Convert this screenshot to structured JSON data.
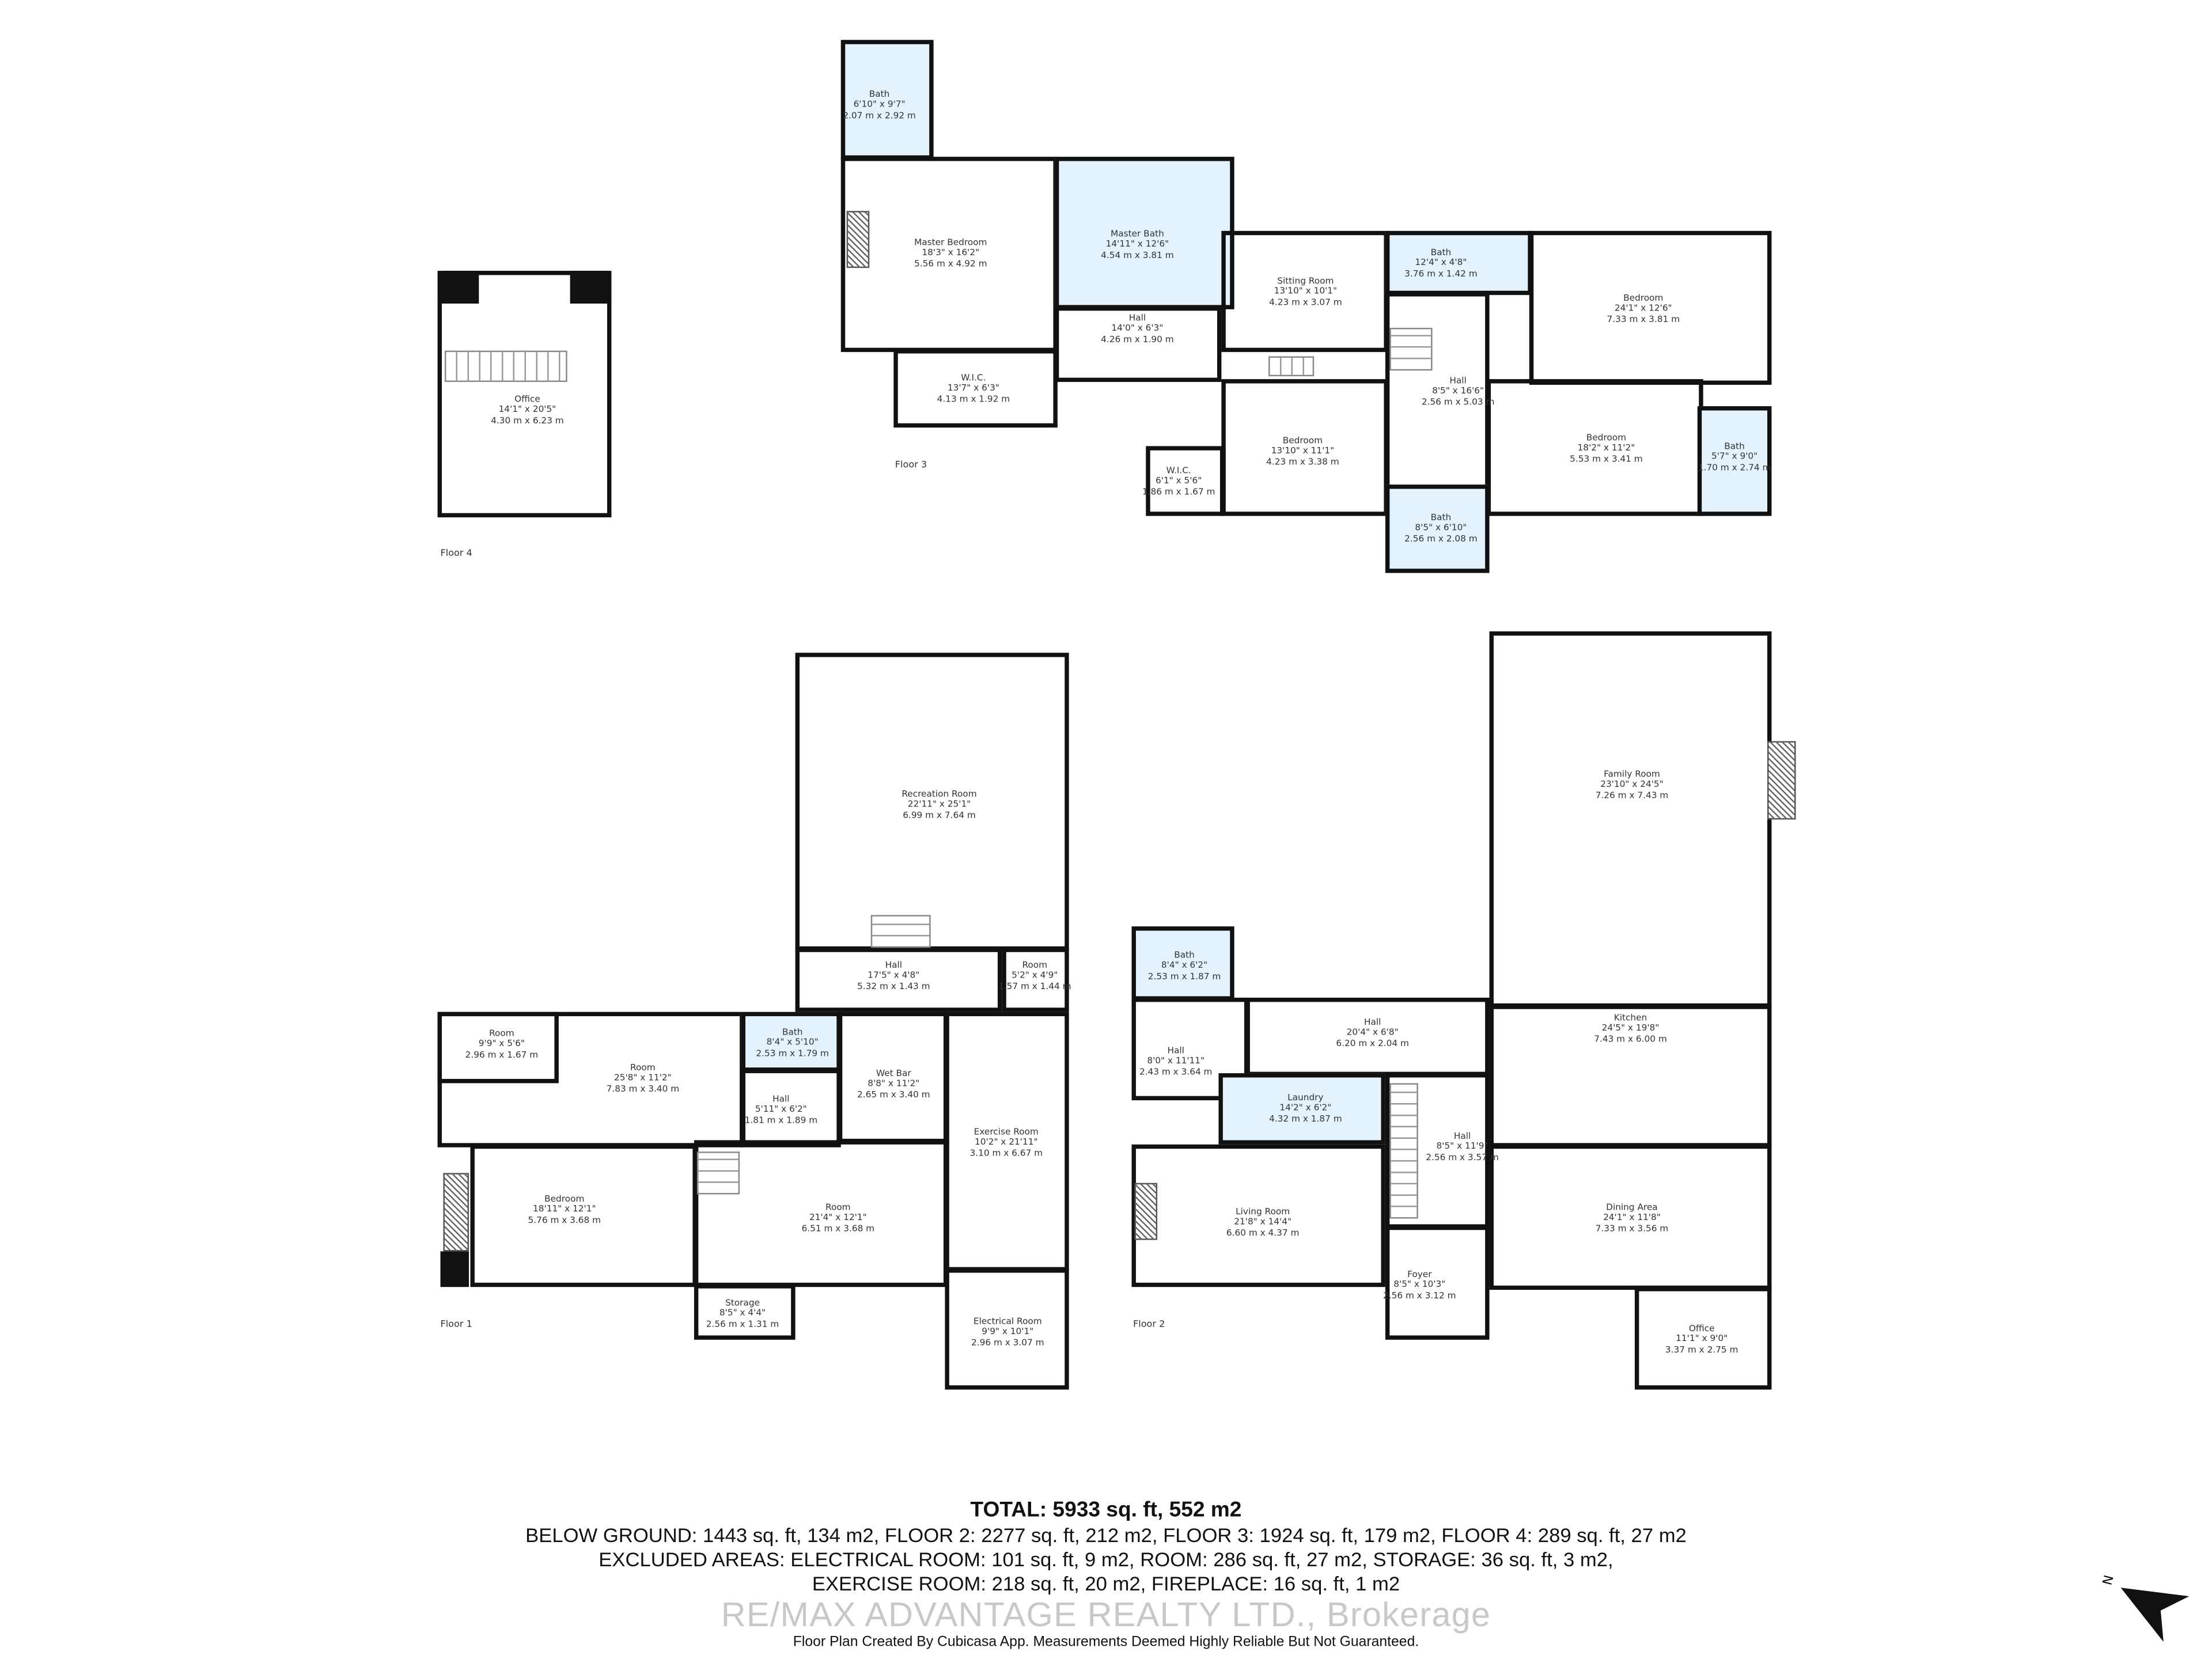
{
  "floors": [
    {
      "label": "Floor 4",
      "rooms": [
        {
          "name": "Office",
          "imperial": "14'1\" x 20'5\"",
          "metric": "4.30 m x 6.23 m",
          "wet": false
        }
      ]
    },
    {
      "label": "Floor 3",
      "rooms": [
        {
          "name": "Bath",
          "imperial": "6'10\" x 9'7\"",
          "metric": "2.07 m x 2.92 m",
          "wet": true
        },
        {
          "name": "Master Bedroom",
          "imperial": "18'3\" x 16'2\"",
          "metric": "5.56 m x 4.92 m",
          "wet": false
        },
        {
          "name": "Master Bath",
          "imperial": "14'11\" x 12'6\"",
          "metric": "4.54 m x 3.81 m",
          "wet": true
        },
        {
          "name": "Hall",
          "imperial": "14'0\" x 6'3\"",
          "metric": "4.26 m x 1.90 m",
          "wet": false
        },
        {
          "name": "W.I.C.",
          "imperial": "13'7\" x 6'3\"",
          "metric": "4.13 m x 1.92 m",
          "wet": false
        },
        {
          "name": "Sitting Room",
          "imperial": "13'10\" x 10'1\"",
          "metric": "4.23 m x 3.07 m",
          "wet": false
        },
        {
          "name": "Bath",
          "imperial": "12'4\" x 4'8\"",
          "metric": "3.76 m x 1.42 m",
          "wet": true
        },
        {
          "name": "Bedroom",
          "imperial": "24'1\" x 12'6\"",
          "metric": "7.33 m x 3.81 m",
          "wet": false
        },
        {
          "name": "Hall",
          "imperial": "8'5\" x 16'6\"",
          "metric": "2.56 m x 5.03 m",
          "wet": false
        },
        {
          "name": "Bedroom",
          "imperial": "13'10\" x 11'1\"",
          "metric": "4.23 m x 3.38 m",
          "wet": false
        },
        {
          "name": "W.I.C.",
          "imperial": "6'1\" x 5'6\"",
          "metric": "1.86 m x 1.67 m",
          "wet": false
        },
        {
          "name": "Bedroom",
          "imperial": "18'2\" x 11'2\"",
          "metric": "5.53 m x 3.41 m",
          "wet": false
        },
        {
          "name": "Bath",
          "imperial": "5'7\" x 9'0\"",
          "metric": "1.70 m x 2.74 m",
          "wet": true
        },
        {
          "name": "Bath",
          "imperial": "8'5\" x 6'10\"",
          "metric": "2.56 m x 2.08 m",
          "wet": true
        }
      ]
    },
    {
      "label": "Floor 1",
      "rooms": [
        {
          "name": "Recreation Room",
          "imperial": "22'11\" x 25'1\"",
          "metric": "6.99 m x 7.64 m",
          "wet": false
        },
        {
          "name": "Hall",
          "imperial": "17'5\" x 4'8\"",
          "metric": "5.32 m x 1.43 m",
          "wet": false
        },
        {
          "name": "Room",
          "imperial": "5'2\" x 4'9\"",
          "metric": "1.57 m x 1.44 m",
          "wet": false
        },
        {
          "name": "Room",
          "imperial": "9'9\" x 5'6\"",
          "metric": "2.96 m x 1.67 m",
          "wet": false
        },
        {
          "name": "Room",
          "imperial": "25'8\" x 11'2\"",
          "metric": "7.83 m x 3.40 m",
          "wet": false
        },
        {
          "name": "Bath",
          "imperial": "8'4\" x 5'10\"",
          "metric": "2.53 m x 1.79 m",
          "wet": true
        },
        {
          "name": "Hall",
          "imperial": "5'11\" x 6'2\"",
          "metric": "1.81 m x 1.89 m",
          "wet": false
        },
        {
          "name": "Wet Bar",
          "imperial": "8'8\" x 11'2\"",
          "metric": "2.65 m x 3.40 m",
          "wet": false
        },
        {
          "name": "Exercise Room",
          "imperial": "10'2\" x 21'11\"",
          "metric": "3.10 m x 6.67 m",
          "wet": false
        },
        {
          "name": "Bedroom",
          "imperial": "18'11\" x 12'1\"",
          "metric": "5.76 m x 3.68 m",
          "wet": false
        },
        {
          "name": "Room",
          "imperial": "21'4\" x 12'1\"",
          "metric": "6.51 m x 3.68 m",
          "wet": false
        },
        {
          "name": "Storage",
          "imperial": "8'5\" x 4'4\"",
          "metric": "2.56 m x 1.31 m",
          "wet": false
        },
        {
          "name": "Electrical Room",
          "imperial": "9'9\" x 10'1\"",
          "metric": "2.96 m x 3.07 m",
          "wet": false
        }
      ]
    },
    {
      "label": "Floor 2",
      "rooms": [
        {
          "name": "Bath",
          "imperial": "8'4\" x 6'2\"",
          "metric": "2.53 m x 1.87 m",
          "wet": true
        },
        {
          "name": "Hall",
          "imperial": "8'0\" x 11'11\"",
          "metric": "2.43 m x 3.64 m",
          "wet": false
        },
        {
          "name": "Hall",
          "imperial": "20'4\" x 6'8\"",
          "metric": "6.20 m x 2.04 m",
          "wet": false
        },
        {
          "name": "Laundry",
          "imperial": "14'2\" x 6'2\"",
          "metric": "4.32 m x 1.87 m",
          "wet": true
        },
        {
          "name": "Hall",
          "imperial": "8'5\" x 11'9\"",
          "metric": "2.56 m x 3.57 m",
          "wet": false
        },
        {
          "name": "Living Room",
          "imperial": "21'8\" x 14'4\"",
          "metric": "6.60 m x 4.37 m",
          "wet": false
        },
        {
          "name": "Foyer",
          "imperial": "8'5\" x 10'3\"",
          "metric": "2.56 m x 3.12 m",
          "wet": false
        },
        {
          "name": "Family Room",
          "imperial": "23'10\" x 24'5\"",
          "metric": "7.26 m x 7.43 m",
          "wet": false
        },
        {
          "name": "Kitchen",
          "imperial": "24'5\" x 19'8\"",
          "metric": "7.43 m x 6.00 m",
          "wet": false
        },
        {
          "name": "Dining Area",
          "imperial": "24'1\" x 11'8\"",
          "metric": "7.33 m x 3.56 m",
          "wet": false
        },
        {
          "name": "Office",
          "imperial": "11'1\" x 9'0\"",
          "metric": "3.37 m x 2.75 m",
          "wet": false
        }
      ]
    }
  ],
  "summary": {
    "total": "TOTAL: 5933 sq. ft, 552 m2",
    "line1": "BELOW GROUND: 1443 sq. ft, 134 m2, FLOOR 2: 2277 sq. ft, 212 m2, FLOOR 3: 1924 sq. ft, 179 m2, FLOOR 4: 289 sq. ft, 27 m2",
    "line2": "EXCLUDED AREAS: ELECTRICAL ROOM: 101 sq. ft, 9 m2, ROOM: 286 sq. ft, 27 m2, STORAGE: 36 sq. ft, 3 m2,",
    "line3": "EXERCISE ROOM: 218 sq. ft, 20 m2, FIREPLACE: 16 sq. ft, 1 m2",
    "watermark": "RE/MAX ADVANTAGE REALTY LTD., Brokerage",
    "disclaimer": "Floor Plan Created By Cubicasa App. Measurements Deemed Highly Reliable But Not Guaranteed."
  },
  "compass": {
    "label": "N",
    "icon": "north-arrow-icon"
  },
  "colors": {
    "wall": "#111111",
    "wet_room_fill": "#e3f2fc",
    "background": "#ffffff"
  }
}
